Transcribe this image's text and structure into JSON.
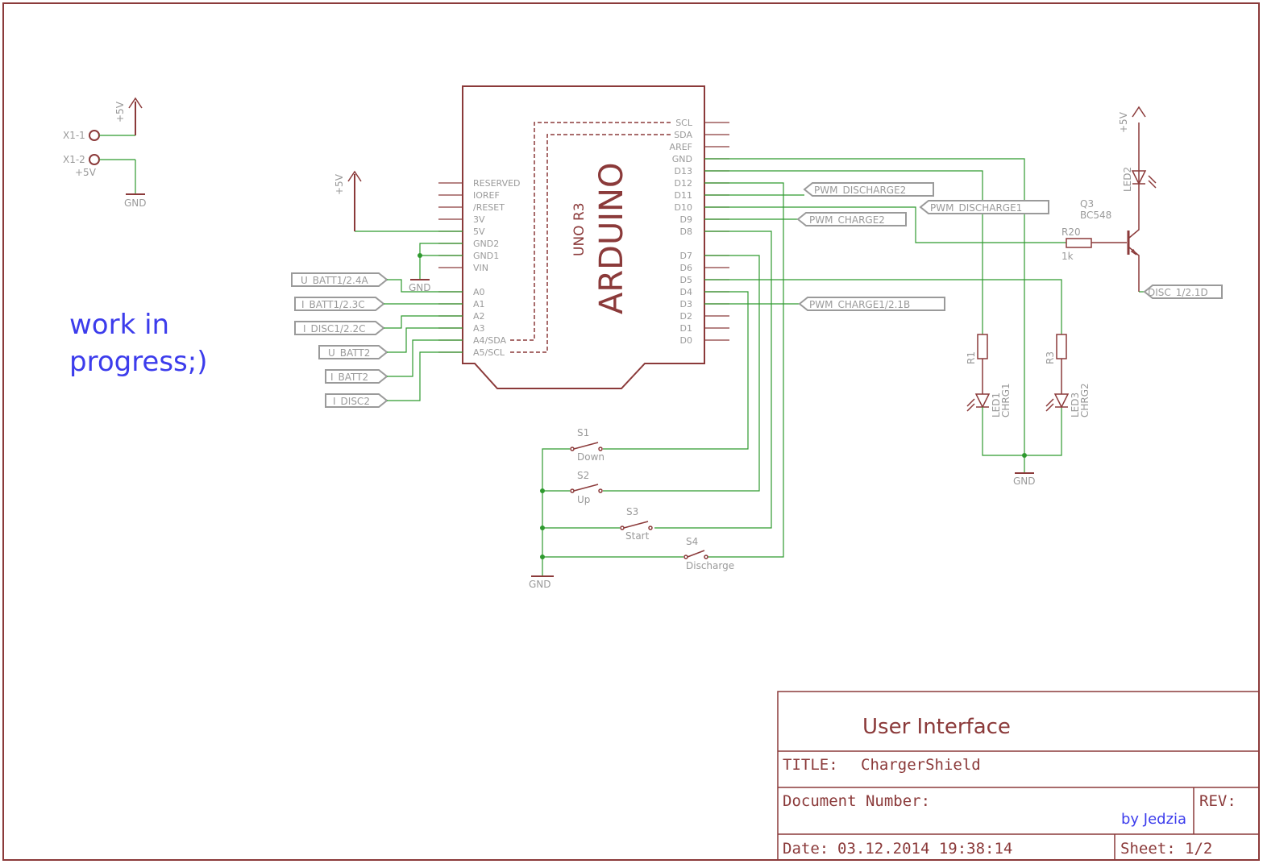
{
  "colors": {
    "component": "#8b3a3a",
    "net": "#2f9a2f",
    "label": "#9a9a9a",
    "note": "#3c3cec"
  },
  "notes": {
    "line1": "work in",
    "line2": "progress;)",
    "author": "by Jedzia"
  },
  "connector": {
    "pin1": "X1-1",
    "pin2": "X1-2",
    "pin2_value": "+5V"
  },
  "supply": {
    "vcc": "+5V",
    "gnd": "GND"
  },
  "arduino": {
    "brand": "ARDUINO",
    "model": "UNO R3",
    "left_pins": [
      "RESERVED",
      "IOREF",
      "/RESET",
      "3V",
      "5V",
      "GND2",
      "GND1",
      "VIN",
      "A0",
      "A1",
      "A2",
      "A3",
      "A4/SDA",
      "A5/SCL"
    ],
    "right_pins": [
      "SCL",
      "SDA",
      "AREF",
      "GND",
      "D13",
      "D12",
      "D11",
      "D10",
      "D9",
      "D8",
      "D7",
      "D6",
      "D5",
      "D4",
      "D3",
      "D2",
      "D1",
      "D0"
    ]
  },
  "labels": {
    "u_batt1": "U_BATT1/2.4A",
    "i_batt1": "I_BATT1/2.3C",
    "i_disc1": "I_DISC1/2.2C",
    "u_batt2": "U_BATT2",
    "i_batt2": "I_BATT2",
    "i_disc2": "I_DISC2",
    "pwm_discharge2": "PWM_DISCHARGE2",
    "pwm_discharge1": "PWM_DISCHARGE1",
    "pwm_charge2": "PWM_CHARGE2",
    "pwm_charge1": "PWM_CHARGE1/2.1B",
    "disc": "DISC_1/2.1D"
  },
  "switches": [
    {
      "ref": "S1",
      "name": "Down"
    },
    {
      "ref": "S2",
      "name": "Up"
    },
    {
      "ref": "S3",
      "name": "Start"
    },
    {
      "ref": "S4",
      "name": "Discharge"
    }
  ],
  "transistor": {
    "ref": "Q3",
    "type": "BC548"
  },
  "resistors": {
    "r20": {
      "ref": "R20",
      "value": "1k"
    },
    "r1": "R1",
    "r3": "R3"
  },
  "leds": {
    "led1": "LED1",
    "led1_net": "CHRG1",
    "led3": "LED3",
    "led3_net": "CHRG2",
    "led2": "LED2"
  },
  "title_block": {
    "heading": "User Interface",
    "title_label": "TITLE:",
    "title_value": "ChargerShield",
    "doc_label": "Document Number:",
    "rev_label": "REV:",
    "date_label": "Date:",
    "date_value": "03.12.2014 19:38:14",
    "sheet_label": "Sheet:",
    "sheet_value": "1/2"
  }
}
